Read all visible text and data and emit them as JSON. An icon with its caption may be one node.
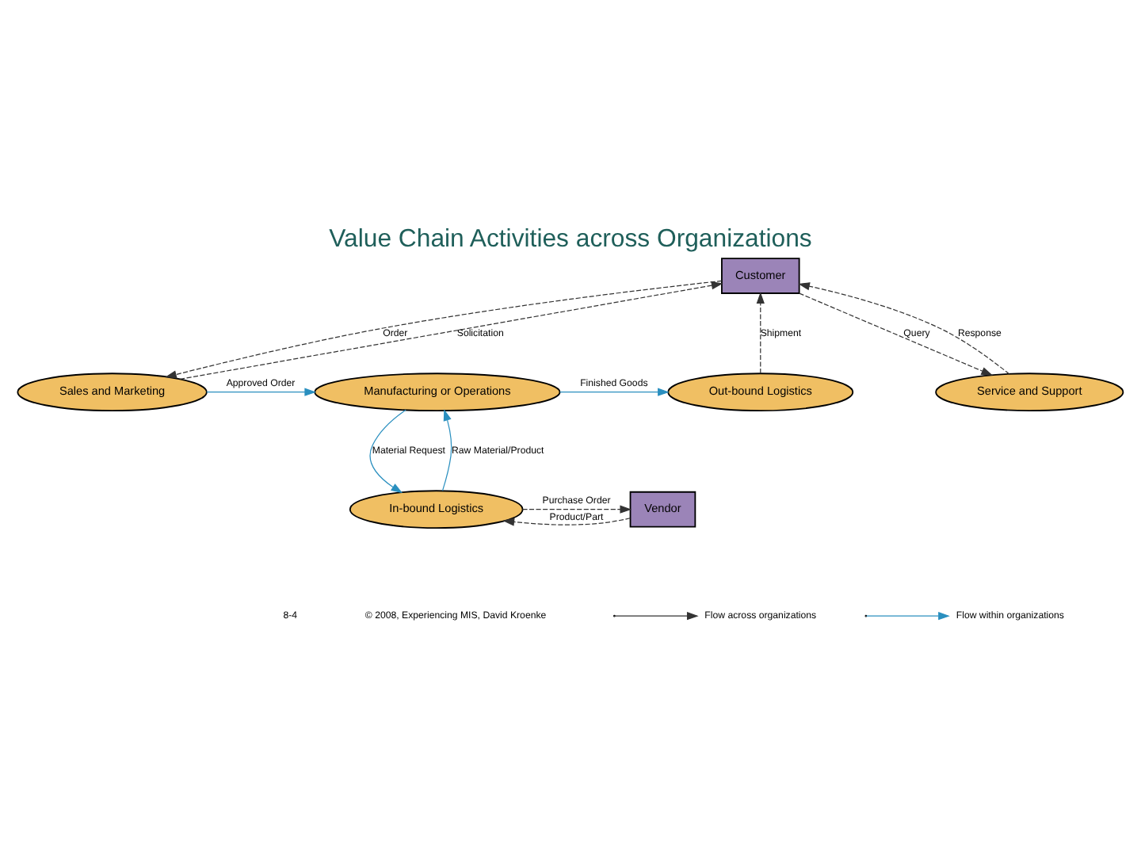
{
  "diagram": {
    "title": "Value Chain Activities across Organizations",
    "nodes": [
      {
        "text": [
          "Customer"
        ]
      },
      {
        "text": [
          "Sales and Marketing"
        ]
      },
      {
        "text": [
          "Manufacturing or Operations"
        ]
      },
      {
        "text": [
          "Out-bound Logistics"
        ]
      },
      {
        "text": [
          "Service and Support"
        ]
      },
      {
        "text": [
          "In-bound Logistics"
        ]
      },
      {
        "text": [
          "Vendor"
        ]
      }
    ],
    "edges": [
      {
        "from": 1,
        "to": 0,
        "arrow": "to",
        "label": "Solicitation",
        "style": "dashed"
      },
      {
        "from": 0,
        "to": 1,
        "arrow": "to",
        "label": "Order",
        "style": "dashed"
      },
      {
        "from": 3,
        "to": 0,
        "arrow": "to",
        "label": "Shipment",
        "style": "dashed"
      },
      {
        "from": 0,
        "to": 4,
        "arrow": "to",
        "label": "Query",
        "style": "dashed"
      },
      {
        "from": 4,
        "to": 0,
        "arrow": "to",
        "label": "Response",
        "style": "dashed"
      },
      {
        "from": 1,
        "to": 2,
        "arrow": "to",
        "label": "Approved Order",
        "color": "#2a8fbf"
      },
      {
        "from": 2,
        "to": 3,
        "arrow": "to",
        "label": "Finished Goods",
        "color": "#2a8fbf"
      },
      {
        "from": 2,
        "to": 5,
        "arrow": "to",
        "label": "Material Request",
        "color": "#2a8fbf"
      },
      {
        "from": 5,
        "to": 2,
        "arrow": "to",
        "label": "Raw Material/Product",
        "color": "#2a8fbf"
      },
      {
        "from": 6,
        "to": 5,
        "arrow": "to",
        "label": "Product/Part",
        "style": "dashed"
      },
      {
        "from": 5,
        "to": 6,
        "arrow": "to",
        "label": "Purchase Order",
        "style": "dashed"
      }
    ],
    "labels": [
      "8-4",
      "© 2008, Experiencing MIS, David Kroenke"
    ],
    "legend": [
      {
        "text": "Flow across organizations"
      },
      {
        "text": "Flow within organizations"
      }
    ]
  }
}
